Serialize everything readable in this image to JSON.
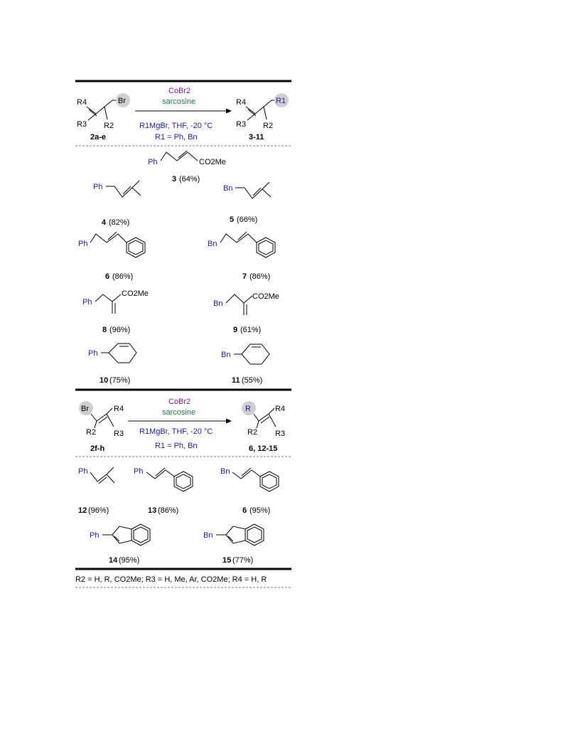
{
  "top": {
    "catalyst": "CoBr2",
    "ligand": "sarcosine",
    "conditions": "R1MgBr, THF, -20 °C",
    "r1_def": "R1 = Ph, Bn",
    "substrate_label": "2a-e",
    "product_label": "3-11",
    "sub_r4": "R4",
    "sub_r3": "R3",
    "sub_r2": "R2",
    "sub_br": "Br",
    "prod_r4": "R4",
    "prod_r3": "R3",
    "prod_r2": "R2",
    "prod_r1": "R1"
  },
  "products_top": [
    {
      "num": "3",
      "yield": "(64%)",
      "group": "Ph",
      "tail": "CO2Me"
    },
    {
      "num": "4",
      "yield": "(82%)",
      "group": "Ph"
    },
    {
      "num": "5",
      "yield": "(66%)",
      "group": "Bn"
    },
    {
      "num": "6",
      "yield": "(86%)",
      "group": "Ph"
    },
    {
      "num": "7",
      "yield": "(86%)",
      "group": "Bn"
    },
    {
      "num": "8",
      "yield": "(96%)",
      "group": "Ph",
      "tail": "CO2Me"
    },
    {
      "num": "9",
      "yield": "(61%)",
      "group": "Bn",
      "tail": "CO2Me"
    },
    {
      "num": "10",
      "yield": "(75%)",
      "group": "Ph"
    },
    {
      "num": "11",
      "yield": "(55%)",
      "group": "Bn"
    }
  ],
  "bottom": {
    "catalyst": "CoBr2",
    "ligand": "sarcosine",
    "conditions": "R1MgBr, THF, -20 °C",
    "r1_def": "R1 = Ph, Bn",
    "substrate_label": "2f-h",
    "product_label": "6, 12-15",
    "sub_br": "Br",
    "sub_r4": "R4",
    "sub_r2": "R2",
    "sub_r3": "R3",
    "prod_r": "R",
    "prod_r4": "R4",
    "prod_r2": "R2",
    "prod_r3": "R3"
  },
  "products_bottom": [
    {
      "num": "12",
      "yield": "(96%)",
      "group": "Ph"
    },
    {
      "num": "13",
      "yield": "(86%)",
      "group": "Ph"
    },
    {
      "num": "6",
      "yield": "(95%)",
      "group": "Bn"
    },
    {
      "num": "14",
      "yield": "(95%)",
      "group": "Ph"
    },
    {
      "num": "15",
      "yield": "(77%)",
      "group": "Bn"
    }
  ],
  "footnote": "R2 = H, R, CO2Me; R3 = H, Me, Ar, CO2Me; R4 = H, R"
}
